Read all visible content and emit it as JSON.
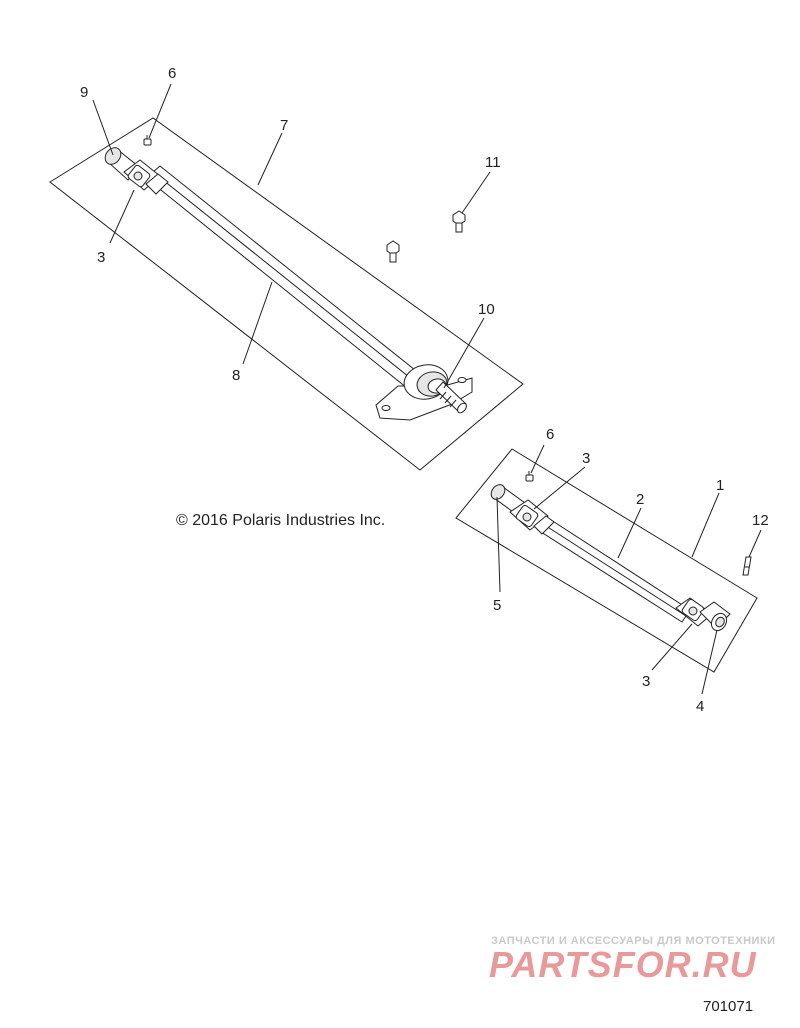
{
  "callouts": {
    "c9": "9",
    "c6a": "6",
    "c7": "7",
    "c3a": "3",
    "c11": "11",
    "c8": "8",
    "c10": "10",
    "c6b": "6",
    "c3b": "3",
    "c2": "2",
    "c1": "1",
    "c12": "12",
    "c5": "5",
    "c3c": "3",
    "c4": "4"
  },
  "copyright": "© 2016 Polaris Industries Inc.",
  "watermark": {
    "tagline": "ЗАПЧАСТИ И АКСЕССУАРЫ ДЛЯ МОТОТЕХНИКИ",
    "brand": "PARTSFOR.RU",
    "brand_color": "#e89a9a"
  },
  "diagram_number": "701071"
}
